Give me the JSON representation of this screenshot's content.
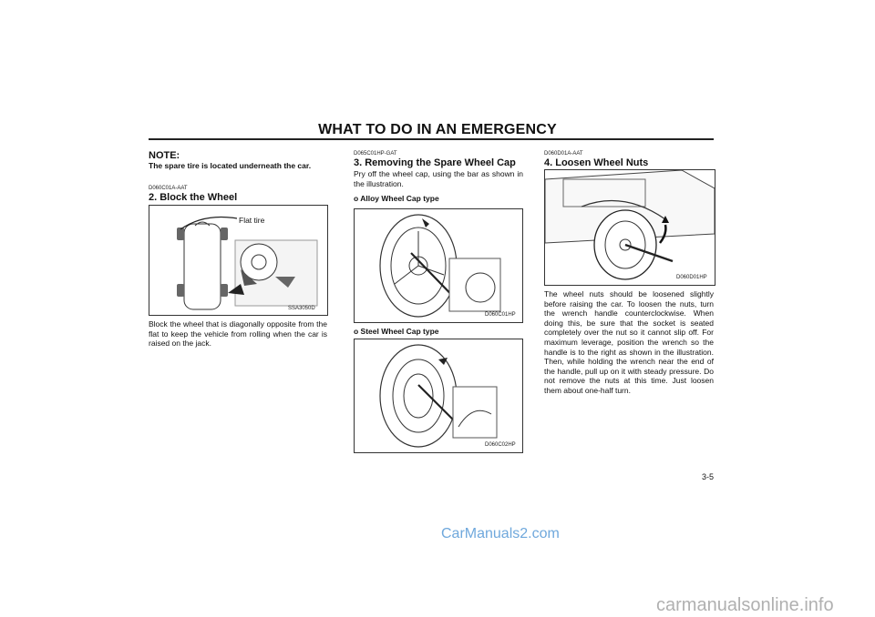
{
  "header": {
    "title": "WHAT TO DO IN AN EMERGENCY"
  },
  "col1": {
    "note_title": "NOTE:",
    "note_text": "The spare tire is located underneath the car.",
    "code": "D060C01A-AAT",
    "title": "2. Block the Wheel",
    "figure_label": "Flat tire",
    "figure_code": "SSA3050D",
    "body": "Block the wheel that is diagonally opposite from the flat to keep the vehicle from rolling when the car is raised on the jack."
  },
  "col2": {
    "code": "D065C01HP-GAT",
    "title": "3. Removing the Spare Wheel Cap",
    "body": "Pry off the wheel cap, using the bar as shown in the illustration.",
    "bullet1": "o   Alloy Wheel Cap type",
    "figure1_code": "D060C01HP",
    "bullet2": "o   Steel Wheel Cap  type",
    "figure2_code": "D060C02HP"
  },
  "col3": {
    "code": "D060D01A-AAT",
    "title": "4. Loosen Wheel Nuts",
    "figure_code": "D060D01HP",
    "body": "The wheel nuts should be loosened slightly before raising the car. To loosen the nuts, turn the wrench handle counterclockwise. When doing this, be sure that the socket is seated completely over the nut so it cannot slip off. For maximum leverage, position the wrench so the handle is to the right as shown in the illustration. Then, while holding the wrench near the end of the handle, pull up on it with steady pressure. Do not remove the nuts at this time. Just loosen them about one-half turn."
  },
  "footer": {
    "page_number": "3-5",
    "watermark1": "CarManuals2.com",
    "watermark2": "carmanualsonline.info"
  }
}
